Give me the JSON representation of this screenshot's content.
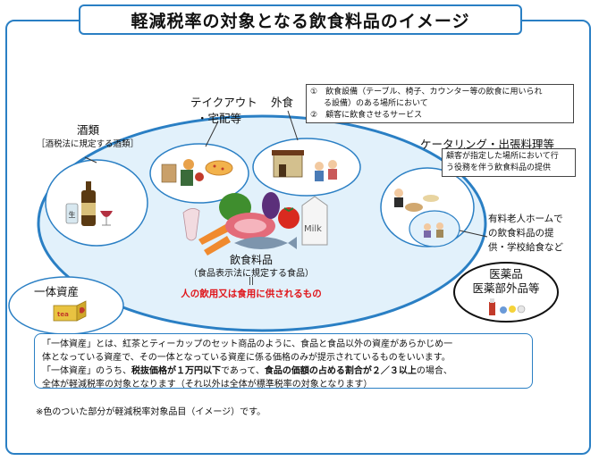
{
  "title": "軽減税率の対象となる飲食料品のイメージ",
  "categories": {
    "liquor": {
      "label": "酒類",
      "sub": "［酒税法に規定する酒類］"
    },
    "takeout": {
      "line1": "テイクアウト",
      "line2": "・宅配等"
    },
    "dining": {
      "label": "外食",
      "items": [
        "①　飲食設備（テーブル、椅子、カウンター等の飲食に用いられ",
        "る設備）のある場所において",
        "②　顧客に飲食させるサービス"
      ]
    },
    "catering": {
      "label": "ケータリング・出張料理等",
      "desc": [
        "顧客が指定した場所において行",
        "う役務を伴う飲食料品の提供"
      ]
    },
    "nursing": {
      "lines": [
        "有料老人ホームで",
        "の飲食料品の提",
        "供・学校給食など"
      ]
    },
    "pharma": {
      "line1": "医薬品",
      "line2": "医薬部外品等"
    },
    "ittai": {
      "label": "一体資産",
      "tea": "tea"
    }
  },
  "food": {
    "label": "飲食料品",
    "sub": "（食品表示法に規定する食品）",
    "eq": "||",
    "def": "人の飲用又は食用に供されるもの",
    "milk": "Milk"
  },
  "liquor_tag": "生",
  "explanation": {
    "line1": "「一体資産」とは、紅茶とティーカップのセット商品のように、食品と食品以外の資産があらかじめ一",
    "line2": "体となっている資産で、その一体となっている資産に係る価格のみが提示されているものをいいます。",
    "line3a": "「一体資産」のうち、",
    "line3b": "税抜価格が１万円以下",
    "line3c": "であって、",
    "line3d": "食品の価額の占める割合が２／３以上",
    "line3e": "の場合、",
    "line4": "全体が軽減税率の対象となります（それ以外は全体が標準税率の対象となります）"
  },
  "footnote": "※色のついた部分が軽減税率対象品目（イメージ）です。"
}
